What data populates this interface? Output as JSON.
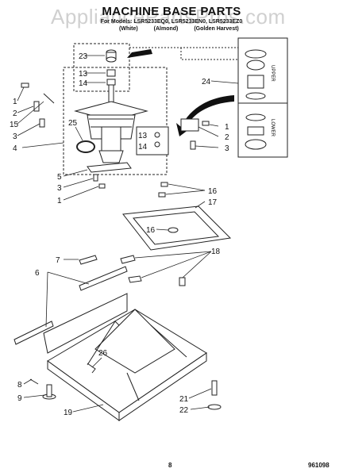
{
  "watermark": "AppliancePartsPros.com",
  "header": {
    "title": "MACHINE BASE PARTS",
    "subtitle": "For Models: LSR5233EQ0, LSR5233EN0, LSR5233EZ0",
    "variants": [
      "(White)",
      "(Almond)",
      "(Golden Harvest)"
    ]
  },
  "inset": {
    "upper": "UPPER",
    "lower": "LOWER"
  },
  "callouts": {
    "c23": "23",
    "c13a": "13",
    "c14a": "14",
    "c1a": "1",
    "c2a": "2",
    "c15": "15",
    "c3a": "3",
    "c4": "4",
    "c25": "25",
    "c24": "24",
    "c1b": "1",
    "c2b": "2",
    "c3b": "3",
    "c13b": "13",
    "c14b": "14",
    "c5": "5",
    "c3c": "3",
    "c1c": "1",
    "c16a": "16",
    "c17": "17",
    "c16b": "16",
    "c7": "7",
    "c6": "6",
    "c18": "18",
    "c26": "26",
    "c8": "8",
    "c9": "9",
    "c19": "19",
    "c21": "21",
    "c22": "22"
  },
  "footer": {
    "page": "8",
    "code": "961098"
  }
}
